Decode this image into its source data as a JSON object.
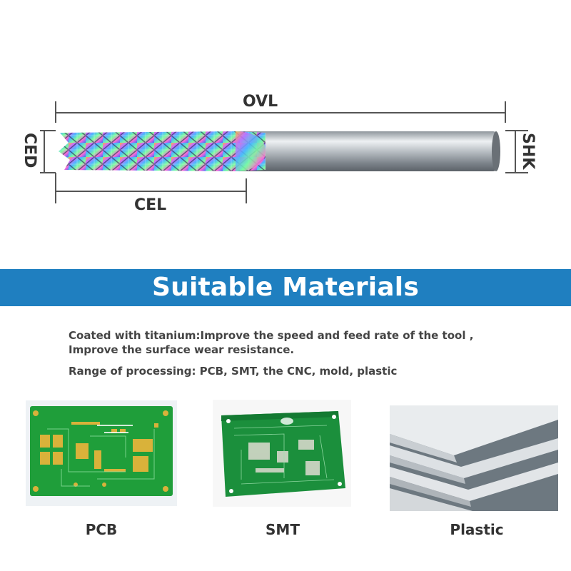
{
  "diagram": {
    "ovl": "OVL",
    "cel": "CEL",
    "ced": "CED",
    "shk": "SHK"
  },
  "banner": {
    "title": "Suitable Materials",
    "color": "#1f7fc0"
  },
  "description": {
    "line1": "Coated with titanium:Improve the speed and feed rate of the tool ,",
    "line2": "Improve the surface wear resistance.",
    "line3": "Range of processing: PCB, SMT, the CNC, mold, plastic"
  },
  "materials": [
    {
      "name": "PCB",
      "icon": "pcb-board-image"
    },
    {
      "name": "SMT",
      "icon": "smt-board-image"
    },
    {
      "name": "Plastic",
      "icon": "plastic-sheets-image"
    }
  ],
  "colors": {
    "pcb_green": "#1f9e3a",
    "pads_gold": "#d9b23a",
    "plastic_gray": "#dde1e4"
  }
}
